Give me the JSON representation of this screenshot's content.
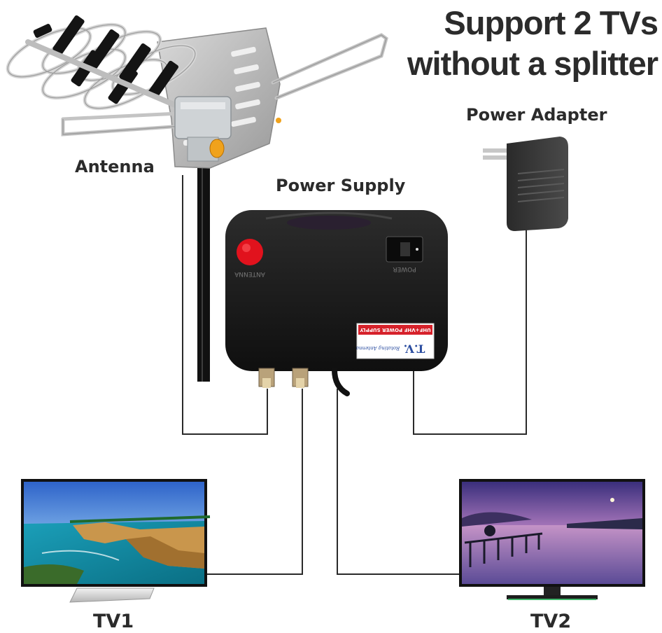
{
  "headline": {
    "line1": "Support 2 TVs",
    "line2": "without a splitter"
  },
  "labels": {
    "antenna": "Antenna",
    "power_supply": "Power Supply",
    "power_adapter": "Power Adapter",
    "tv1": "TV1",
    "tv2": "TV2"
  },
  "power_supply_device": {
    "brand_mark": "T.V.",
    "badge_line1": "UHF+VHF POWER SUPPLY",
    "badge_line2": "Rotating Antenna"
  },
  "colors": {
    "text": "#2b2b2b",
    "cable": "#2a2a2a",
    "device_body": "#151515",
    "power_button": "#e1121d",
    "badge_red": "#d6212a",
    "badge_blue": "#2b4da0"
  }
}
